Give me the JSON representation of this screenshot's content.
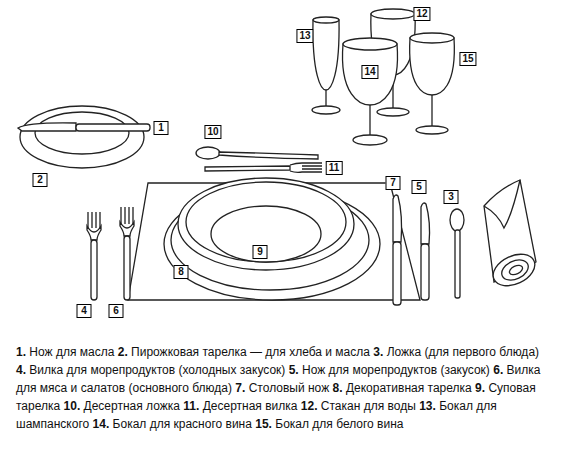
{
  "diagram": {
    "labels": [
      "1",
      "2",
      "3",
      "4",
      "5",
      "6",
      "7",
      "8",
      "9",
      "10",
      "11",
      "12",
      "13",
      "14",
      "15",
      "1.",
      "Нож для масла",
      "2.",
      "Пирожковая тарелка — для хлеба и масла",
      "3.",
      "Ложка (для первого блюда)",
      "4.",
      "Вилка для морепродуктов (холодных закусок)",
      "5.",
      "Нож для морепродуктов (закусок)",
      "6.",
      "Вилка для мяса и салатов (основного блюда)",
      "7.",
      "Столовый нож",
      "8.",
      "Декоративная тарелка",
      "9.",
      "Суповая тарелка",
      "10.",
      "Десертная ложка",
      "11.",
      "Десертная вилка",
      "12.",
      "Стакан для воды",
      "13.",
      "Бокал для шампанского",
      "14.",
      "Бокал для красного вина",
      "15.",
      "Бокал для белого вина"
    ]
  }
}
